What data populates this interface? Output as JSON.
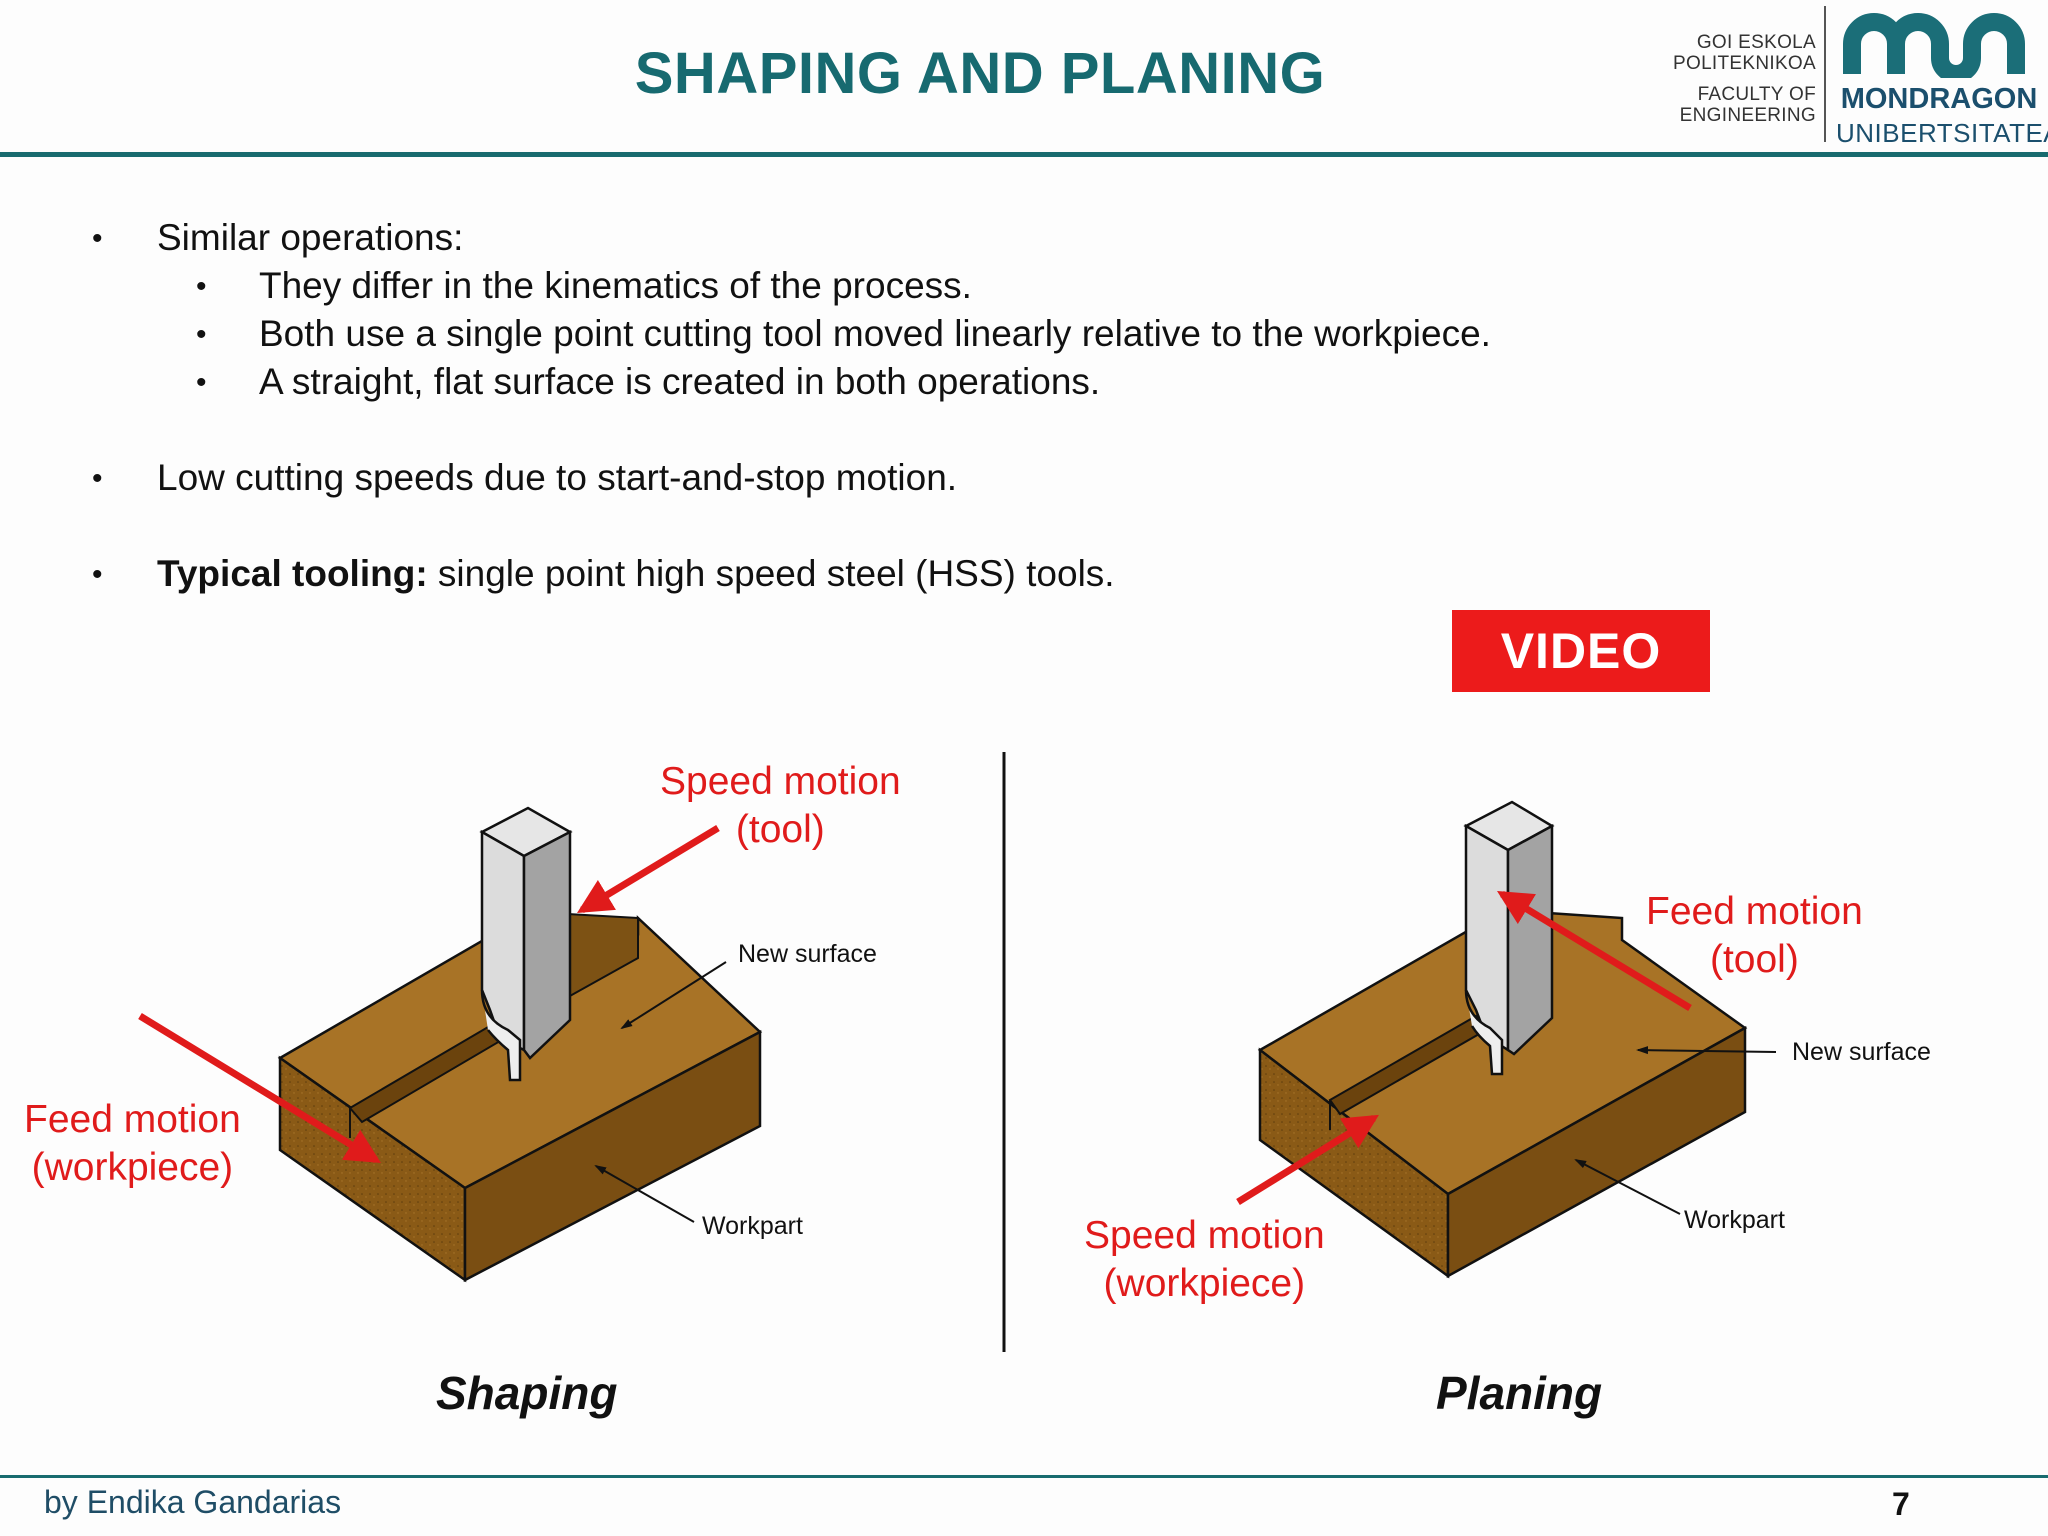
{
  "slide": {
    "title": "SHAPING AND PLANING"
  },
  "logo": {
    "faculty_lines": [
      "GOI ESKOLA",
      "POLITEKNIKOA",
      "FACULTY OF",
      "ENGINEERING"
    ],
    "university_name": "MONDRAGON",
    "university_sub": "UNIBERTSITATEA",
    "mark_color": "#1b6e78",
    "name_color": "#1b4f6d"
  },
  "bullets": {
    "similar": "Similar operations:",
    "sub1": "They differ in the kinematics of the process.",
    "sub2": "Both use a single point cutting tool moved linearly relative to the workpiece.",
    "sub3": "A straight, flat surface is created in both operations.",
    "low_speed": "Low cutting speeds due to start-and-stop motion.",
    "tooling_bold": "Typical tooling:",
    "tooling_rest": " single point high speed steel (HSS) tools.",
    "bullet_char": "•"
  },
  "video_button": {
    "label": "VIDEO",
    "color": "#ec1b1b"
  },
  "shaping": {
    "caption": "Shaping",
    "speed_line1": "Speed motion",
    "speed_line2": "(tool)",
    "feed_line1": "Feed motion",
    "feed_line2": "(workpiece)",
    "new_surface": "New surface",
    "workpart": "Workpart"
  },
  "planing": {
    "caption": "Planing",
    "feed_line1": "Feed motion",
    "feed_line2": "(tool)",
    "speed_line1": "Speed motion",
    "speed_line2": "(workpiece)",
    "new_surface": "New surface",
    "workpart": "Workpart"
  },
  "footer": {
    "author": "by Endika Gandarias",
    "page": "7"
  },
  "colors": {
    "accent": "#186b6f",
    "arrow_red": "#e01b1b",
    "workpart_brown": "#8a5a16"
  }
}
